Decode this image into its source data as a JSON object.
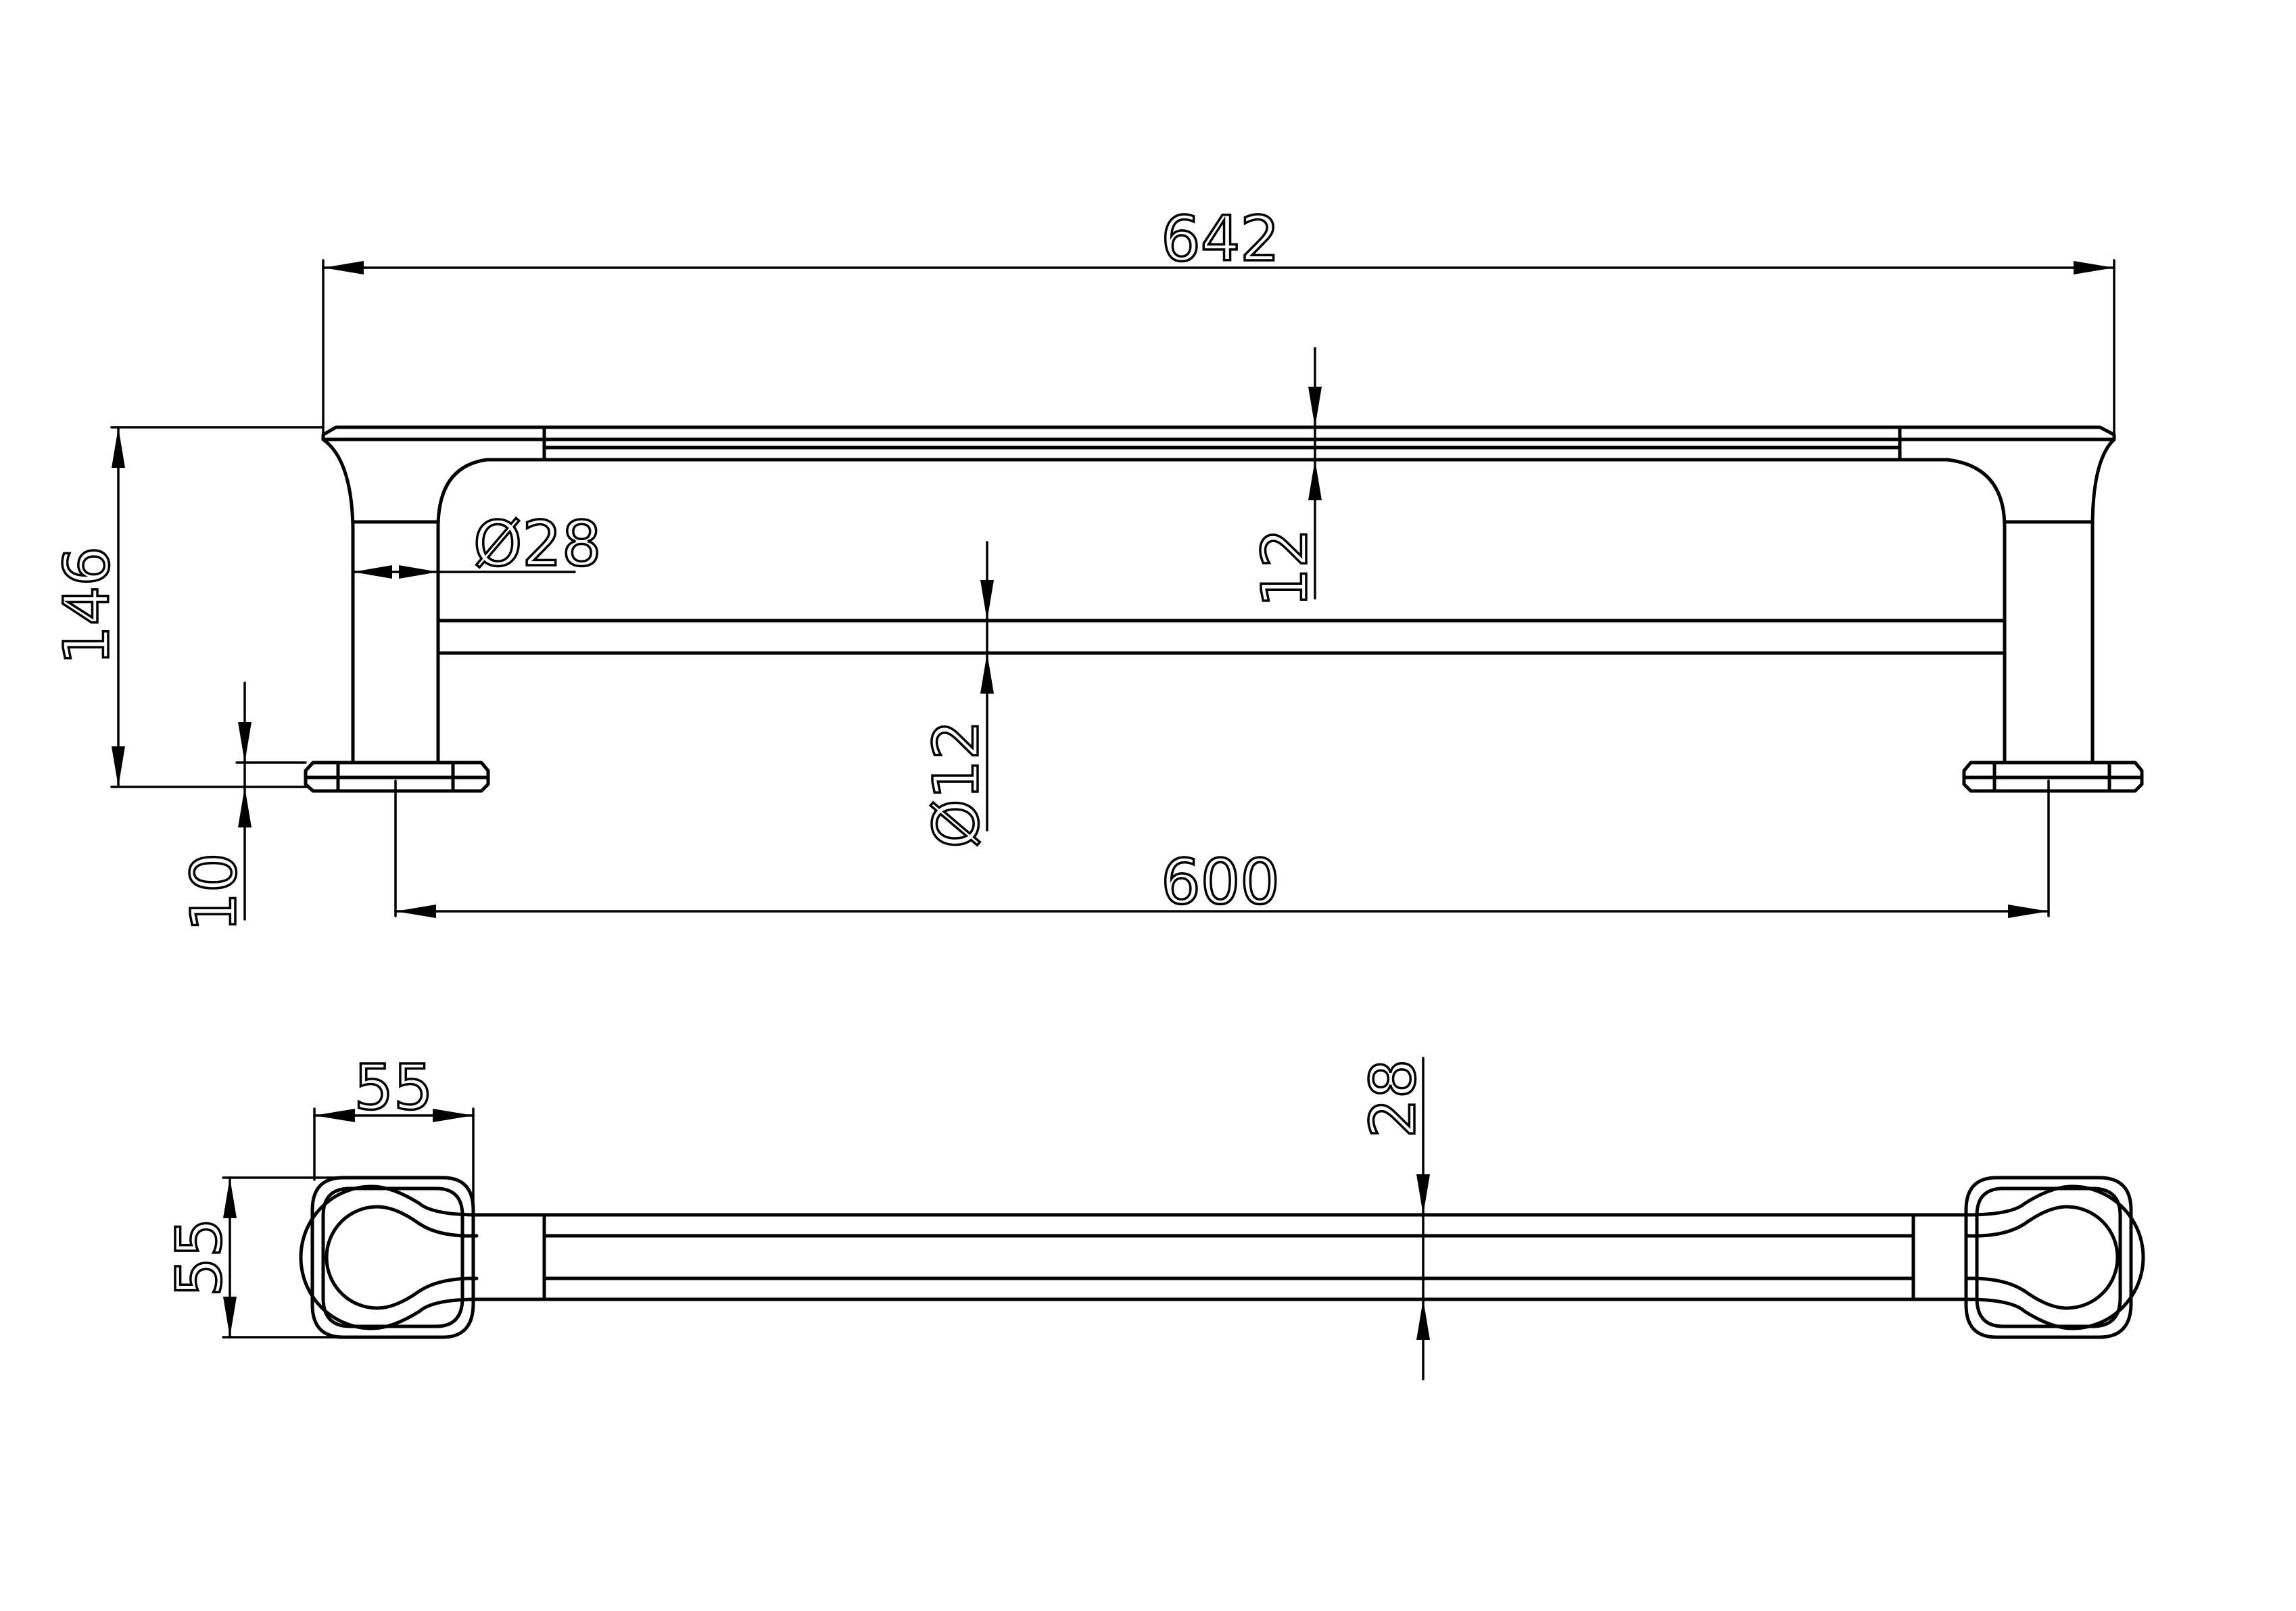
{
  "dimensions": {
    "overall_length": "642",
    "height": "146",
    "bar_diameter": "Ø28",
    "lower_rod_diameter": "Ø12",
    "top_gap": "12",
    "base_height": "10",
    "center_distance": "600",
    "base_width": "55",
    "base_depth": "55",
    "bar_width": "28"
  }
}
